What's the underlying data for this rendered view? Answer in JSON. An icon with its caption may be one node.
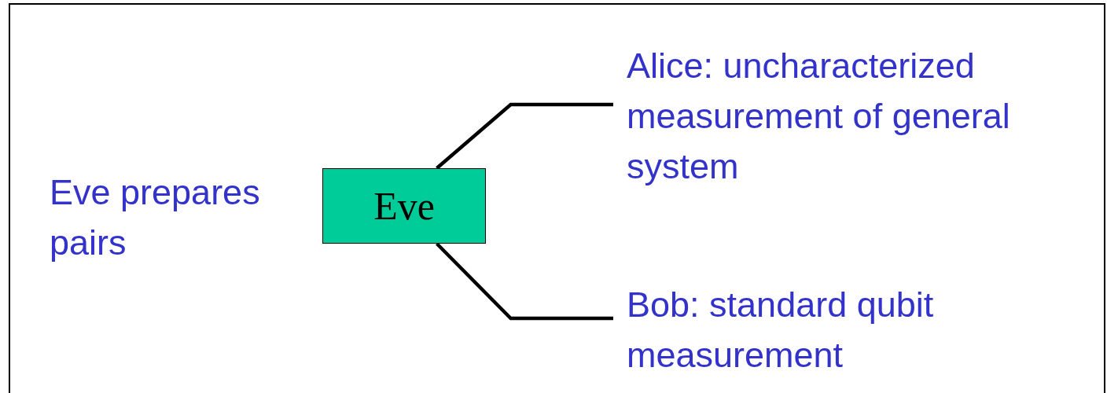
{
  "diagram": {
    "nodes": [
      {
        "text": [
          "Eve"
        ]
      },
      {
        "text": [
          "Alice: uncharacterized measurement of general system"
        ]
      },
      {
        "text": [
          "Bob: standard qubit measurement"
        ]
      }
    ],
    "edges": [
      {
        "from": 0,
        "to": 1,
        "arrow": "none"
      },
      {
        "from": 0,
        "to": 2,
        "arrow": "none"
      }
    ],
    "labels": [
      "Eve prepares pairs"
    ]
  }
}
